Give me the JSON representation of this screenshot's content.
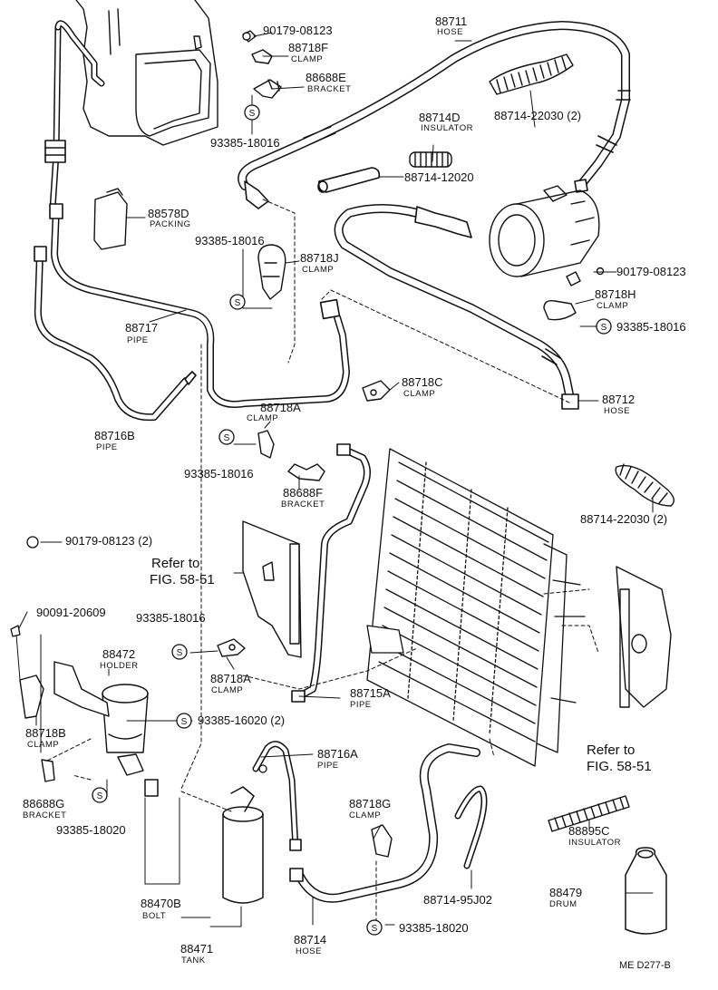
{
  "parts": [
    {
      "id": "p1",
      "number": "90179-08123",
      "name": ""
    },
    {
      "id": "p2",
      "number": "88718F",
      "name": "CLAMP"
    },
    {
      "id": "p3",
      "number": "88688E",
      "name": "BRACKET"
    },
    {
      "id": "p4",
      "number": "93385-18016",
      "name": ""
    },
    {
      "id": "p5",
      "number": "88711",
      "name": "HOSE"
    },
    {
      "id": "p6",
      "number": "88714-22030 (2)",
      "name": ""
    },
    {
      "id": "p7",
      "number": "88714D",
      "name": "INSULATOR"
    },
    {
      "id": "p8",
      "number": "88714-12020",
      "name": ""
    },
    {
      "id": "p9",
      "number": "88578D",
      "name": "PACKING"
    },
    {
      "id": "p10",
      "number": "93385-18016",
      "name": ""
    },
    {
      "id": "p11",
      "number": "88718J",
      "name": "CLAMP"
    },
    {
      "id": "p12",
      "number": "90179-08123",
      "name": ""
    },
    {
      "id": "p13",
      "number": "88718H",
      "name": "CLAMP"
    },
    {
      "id": "p14",
      "number": "93385-18016",
      "name": ""
    },
    {
      "id": "p15",
      "number": "88717",
      "name": "PIPE"
    },
    {
      "id": "p16",
      "number": "88718C",
      "name": "CLAMP"
    },
    {
      "id": "p17",
      "number": "88712",
      "name": "HOSE"
    },
    {
      "id": "p18",
      "number": "88716B",
      "name": "PIPE"
    },
    {
      "id": "p19",
      "number": "88718A",
      "name": "CLAMP"
    },
    {
      "id": "p20",
      "number": "93385-18016",
      "name": ""
    },
    {
      "id": "p21",
      "number": "88688F",
      "name": "BRACKET"
    },
    {
      "id": "p22",
      "number": "88714-22030 (2)",
      "name": ""
    },
    {
      "id": "p23",
      "number": "90179-08123 (2)",
      "name": ""
    },
    {
      "id": "p24",
      "number": "90091-20609",
      "name": ""
    },
    {
      "id": "p25",
      "number": "93385-18016",
      "name": ""
    },
    {
      "id": "p26",
      "number": "88472",
      "name": "HOLDER"
    },
    {
      "id": "p27",
      "number": "88718A",
      "name": "CLAMP"
    },
    {
      "id": "p28",
      "number": "88715A",
      "name": "PIPE"
    },
    {
      "id": "p29",
      "number": "93385-16020 (2)",
      "name": ""
    },
    {
      "id": "p30",
      "number": "88718B",
      "name": "CLAMP"
    },
    {
      "id": "p31",
      "number": "88716A",
      "name": "PIPE"
    },
    {
      "id": "p32",
      "number": "88688G",
      "name": "BRACKET"
    },
    {
      "id": "p33",
      "number": "93385-18020",
      "name": ""
    },
    {
      "id": "p34",
      "number": "88718G",
      "name": "CLAMP"
    },
    {
      "id": "p35",
      "number": "88895C",
      "name": "INSULATOR"
    },
    {
      "id": "p36",
      "number": "88470B",
      "name": "BOLT"
    },
    {
      "id": "p37",
      "number": "88714-95J02",
      "name": ""
    },
    {
      "id": "p38",
      "number": "88479",
      "name": "DRUM"
    },
    {
      "id": "p39",
      "number": "88471",
      "name": "TANK"
    },
    {
      "id": "p40",
      "number": "88714",
      "name": "HOSE"
    },
    {
      "id": "p41",
      "number": "93385-18020",
      "name": ""
    }
  ],
  "references": [
    {
      "line1": "Refer to",
      "line2": "FIG. 58-51"
    },
    {
      "line1": "Refer to",
      "line2": "FIG. 58-51"
    }
  ],
  "diagram_code": "ME  D277-B",
  "washer_symbol": "S"
}
